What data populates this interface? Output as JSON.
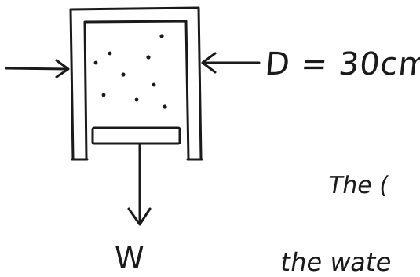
{
  "labels": {
    "diameter": "D = 30cm",
    "weight": "W",
    "text_fragment_1": "The (",
    "text_fragment_2": "the  wate"
  },
  "ink_color": "#1a1a1a",
  "background_color": "#ffffff"
}
